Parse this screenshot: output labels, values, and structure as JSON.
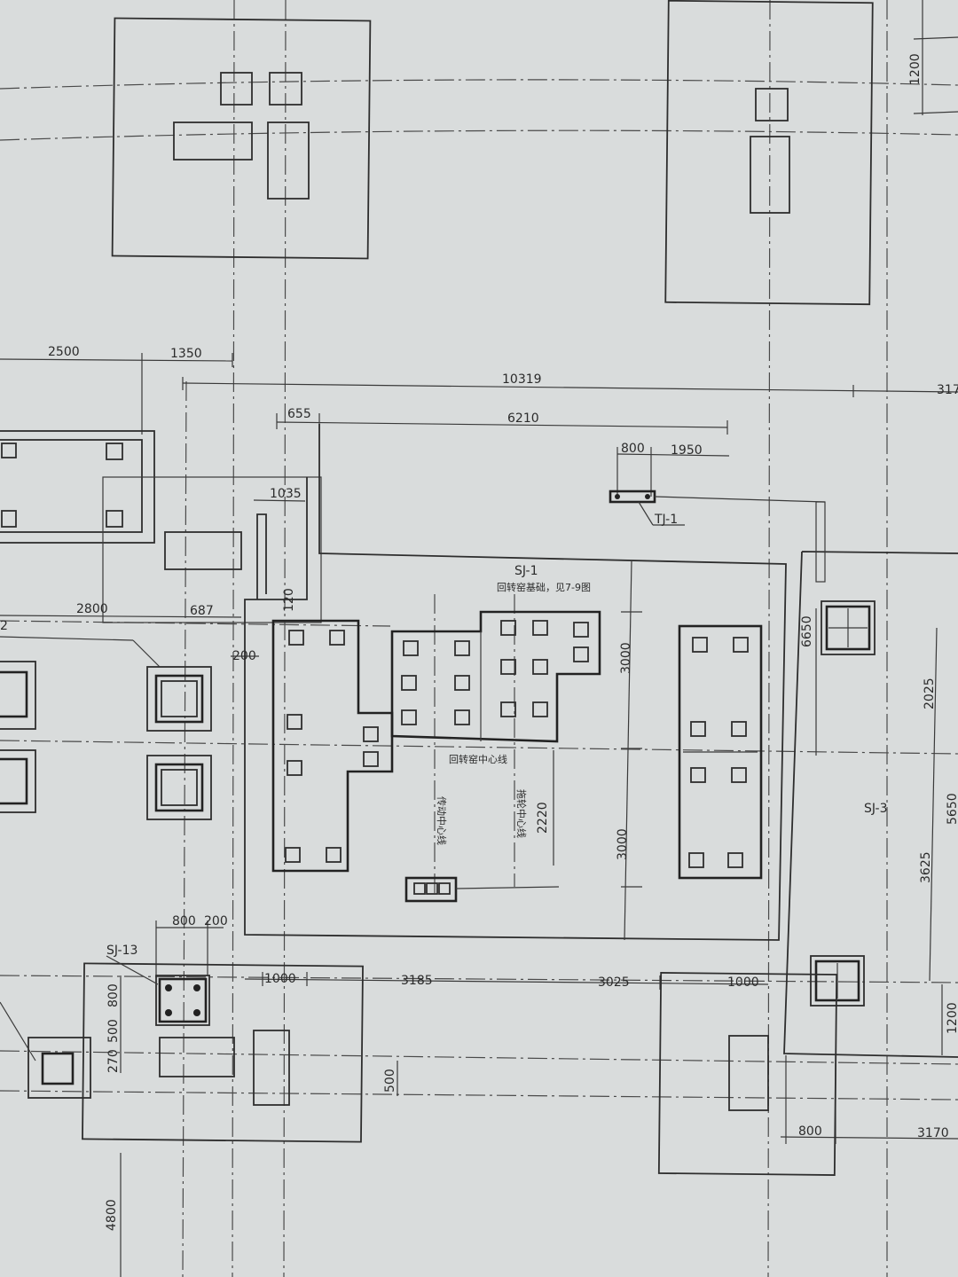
{
  "labels": {
    "sj1": "SJ-1",
    "sj1_note": "回转窑基础，见7-9图",
    "kiln_centerline": "回转窑中心线",
    "drive_centerline": "传动中心线",
    "sj3": "SJ-3",
    "sj13": "SJ-13",
    "tj1": "TJ-1",
    "vertical_note": "拖轮中心线"
  },
  "dims": {
    "d2500": "2500",
    "d1350": "1350",
    "d10319": "10319",
    "d317": "317",
    "d655": "655",
    "d6210": "6210",
    "d800a": "800",
    "d1950": "1950",
    "d1035": "1035",
    "d2800": "2800",
    "d687": "687",
    "d120": "120",
    "d200a": "200",
    "d3000a": "3000",
    "d3000b": "3000",
    "d2220": "2220",
    "d6650": "6650",
    "d2025": "2025",
    "d5650": "5650",
    "d3625": "3625",
    "d800b": "800",
    "d200b": "200",
    "d1000a": "1000",
    "d3185": "3185",
    "d3025": "3025",
    "d1000b": "1000",
    "d800c": "800",
    "d270": "270",
    "d500a": "500",
    "d500b": "500",
    "d1200a": "1200",
    "d1200b": "1200",
    "d800d": "800",
    "d3170": "3170",
    "d4800": "4800",
    "d2": "2"
  }
}
